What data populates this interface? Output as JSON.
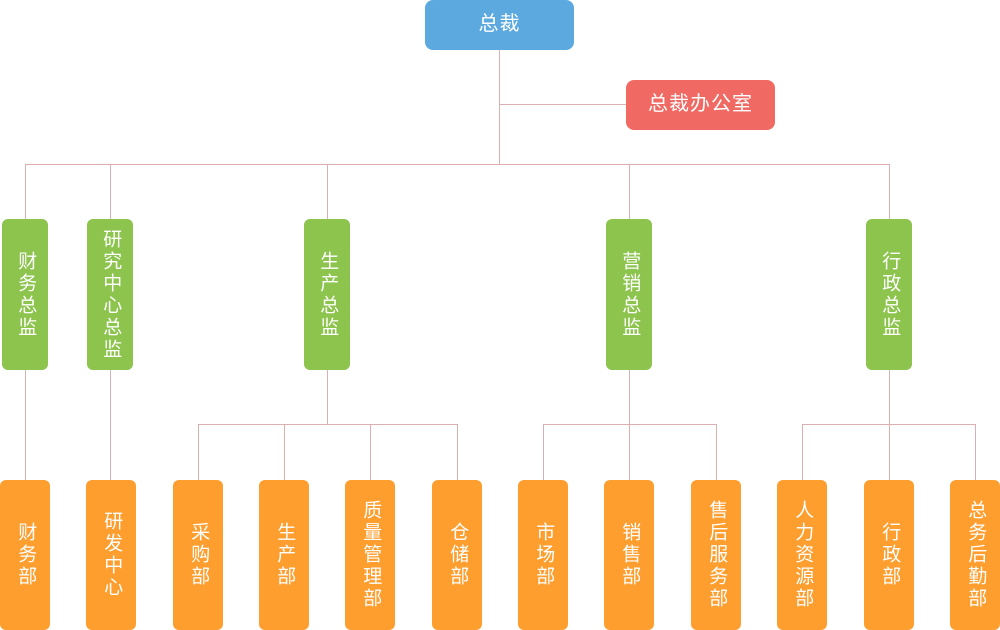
{
  "meta": {
    "title": "组织结构图",
    "colors": {
      "ceo": "#5ba9de",
      "office": "#f06a63",
      "director": "#8cc44e",
      "department": "#fd9e2e",
      "connector": "#dcb0b0",
      "background": "#ffffff",
      "text": "#ffffff"
    }
  },
  "nodes": {
    "ceo": {
      "label": "总裁"
    },
    "office": {
      "label": "总裁办公室"
    },
    "directors": [
      {
        "key": "finance",
        "label": "财务总监"
      },
      {
        "key": "research",
        "label": "研究中心总监"
      },
      {
        "key": "production",
        "label": "生产总监"
      },
      {
        "key": "marketing",
        "label": "营销总监"
      },
      {
        "key": "admin",
        "label": "行政总监"
      }
    ],
    "departments": [
      {
        "key": "finance-dept",
        "label": "财务部",
        "parent": "finance"
      },
      {
        "key": "rd-center",
        "label": "研发中心",
        "parent": "research"
      },
      {
        "key": "purchasing-dept",
        "label": "采购部",
        "parent": "production"
      },
      {
        "key": "production-dept",
        "label": "生产部",
        "parent": "production"
      },
      {
        "key": "quality-dept",
        "label": "质量管理部",
        "parent": "production"
      },
      {
        "key": "warehouse-dept",
        "label": "仓储部",
        "parent": "production"
      },
      {
        "key": "market-dept",
        "label": "市场部",
        "parent": "marketing"
      },
      {
        "key": "sales-dept",
        "label": "销售部",
        "parent": "marketing"
      },
      {
        "key": "service-dept",
        "label": "售后服务部",
        "parent": "marketing"
      },
      {
        "key": "hr-dept",
        "label": "人力资源部",
        "parent": "admin"
      },
      {
        "key": "admin-dept",
        "label": "行政部",
        "parent": "admin"
      },
      {
        "key": "logistics-dept",
        "label": "总务后勤部",
        "parent": "admin"
      }
    ]
  }
}
